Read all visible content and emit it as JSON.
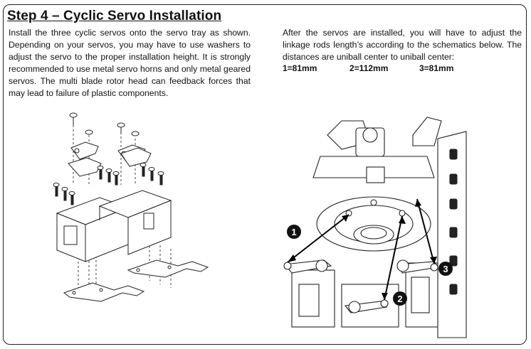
{
  "step": {
    "title": "Step 4 – Cyclic Servo Installation",
    "left_text": "Install the three cyclic servos onto the servo tray as shown. Depending on your servos, you may have to use washers to adjust the servo to the proper installation height. It is strongly recommended to use metal servo horns and only metal geared servos. The multi blade rotor head can feedback forces that may lead to failure of plastic components.",
    "right_text": "After the servos are installed, you will have to adjust the linkage rods length’s according to the schematics below. The distances are uniball center to uniball center:",
    "distances": [
      {
        "label": "1=81mm"
      },
      {
        "label": "2=112mm"
      },
      {
        "label": "3=81mm"
      }
    ],
    "callouts": [
      "1",
      "2",
      "3"
    ]
  },
  "icons": {
    "left_figure": "exploded-servo-diagram",
    "right_figure": "swashplate-linkage-diagram"
  }
}
